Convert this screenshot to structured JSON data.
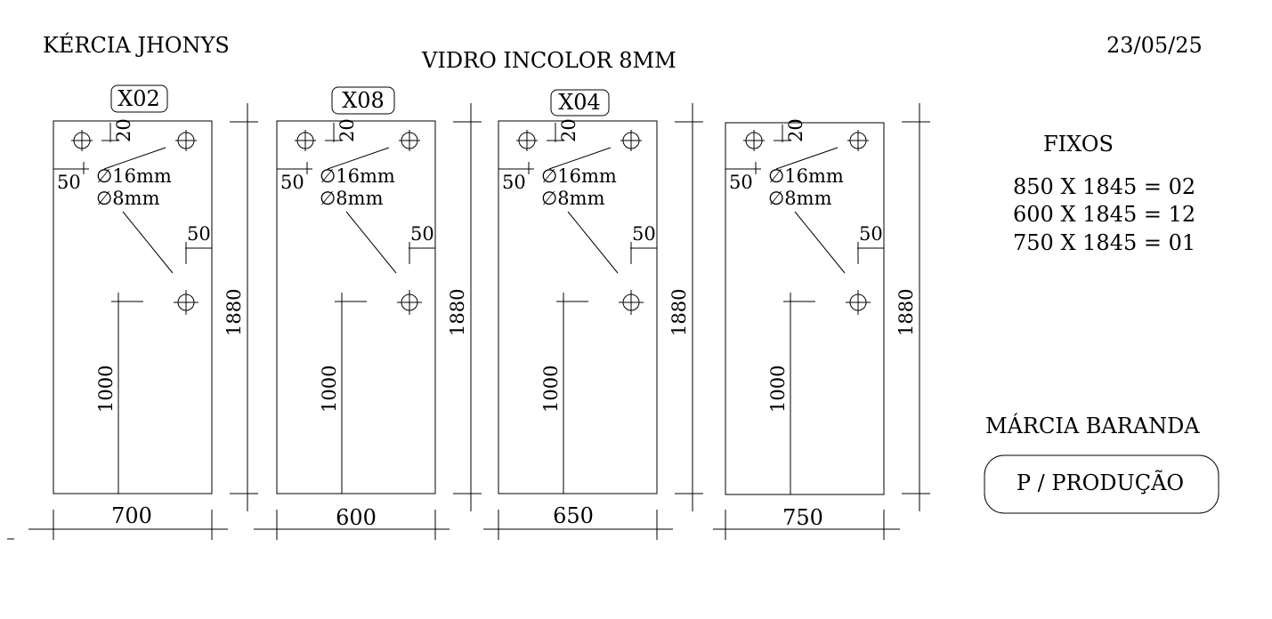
{
  "header": {
    "client": "KÉRCIA JHONYS",
    "material": "VIDRO INCOLOR 8MM",
    "date": "23/05/25"
  },
  "panels": [
    {
      "tag": "X02",
      "width": "700",
      "height": "1880",
      "door_height": "1000",
      "hole_offset": "20",
      "edge_offset": "50",
      "side_offset": "50",
      "hole_large": "∅16mm",
      "hole_small": "∅8mm"
    },
    {
      "tag": "X08",
      "width": "600",
      "height": "1880",
      "door_height": "1000",
      "hole_offset": "20",
      "edge_offset": "50",
      "side_offset": "50",
      "hole_large": "∅16mm",
      "hole_small": "∅8mm"
    },
    {
      "tag": "X04",
      "width": "650",
      "height": "1880",
      "door_height": "1000",
      "hole_offset": "20",
      "edge_offset": "50",
      "side_offset": "50",
      "hole_large": "∅16mm",
      "hole_small": "∅8mm"
    },
    {
      "tag": "",
      "width": "750",
      "height": "1880",
      "door_height": "1000",
      "hole_offset": "20",
      "edge_offset": "50",
      "side_offset": "50",
      "hole_large": "∅16mm",
      "hole_small": "∅8mm"
    }
  ],
  "fixos": {
    "title": "FIXOS",
    "items": [
      "850 X 1845 = 02",
      "600 X 1845 = 12",
      "750 X 1845 = 01"
    ]
  },
  "footer": {
    "designer": "MÁRCIA BARANDA",
    "stamp": "P / PRODUÇÃO"
  }
}
